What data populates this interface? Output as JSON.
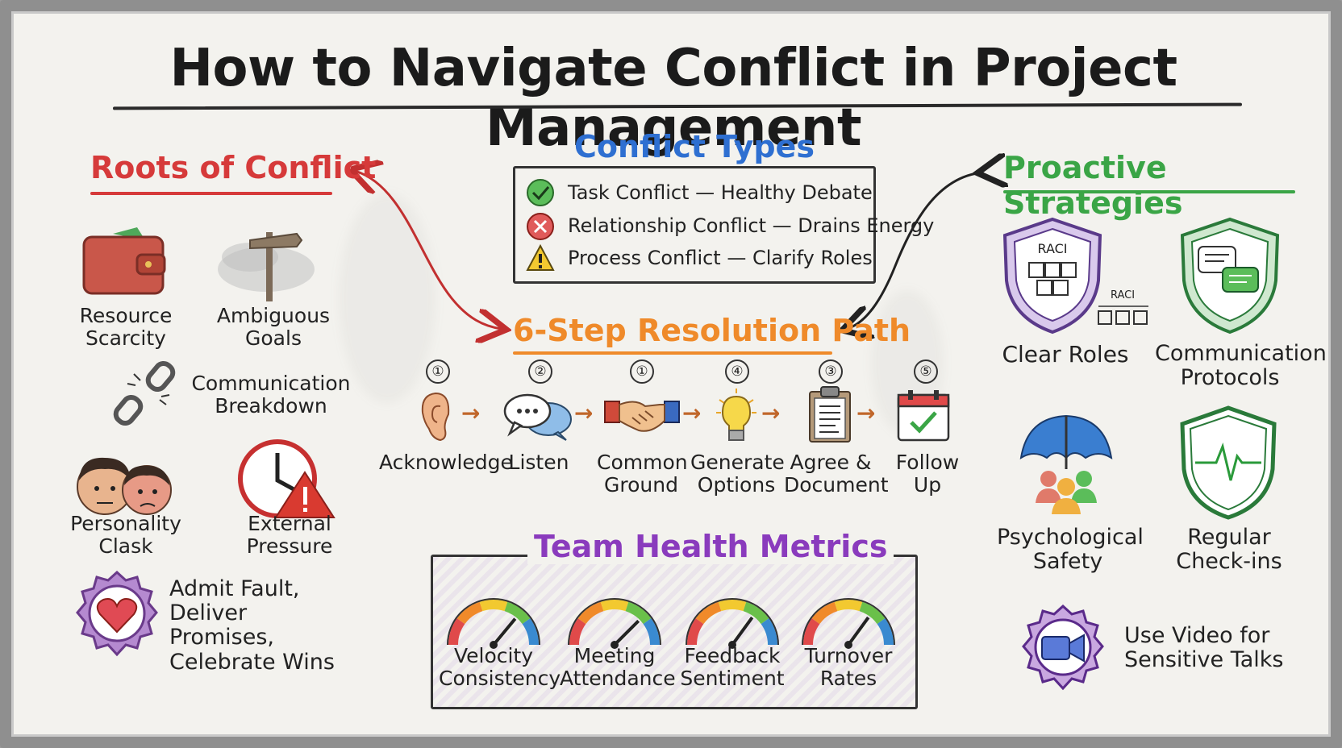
{
  "title": "How to Navigate Conflict in Project Management",
  "colors": {
    "roots": "#d63a3a",
    "conflict_types": "#2e6fd1",
    "resolution": "#ef8a2a",
    "metrics": "#8a3bbd",
    "strategies": "#3aa546"
  },
  "roots": {
    "heading": "Roots of Conflict",
    "resource": [
      "Resource",
      "Scarcity"
    ],
    "ambiguous": [
      "Ambiguous",
      "Goals"
    ],
    "communication": [
      "Communication",
      "Breakdown"
    ],
    "personality": [
      "Personality",
      "Clask"
    ],
    "pressure": [
      "External",
      "Pressure"
    ],
    "trust": [
      "Admit Fault,",
      "Deliver Promises,",
      "Celebrate Wins"
    ]
  },
  "conflict_types": {
    "heading": "Conflict Types",
    "items": [
      {
        "icon": "check-icon",
        "text": "Task Conflict — Healthy Debate"
      },
      {
        "icon": "x-icon",
        "text": "Relationship Conflict — Drains Energy"
      },
      {
        "icon": "warning-icon",
        "text": "Process Conflict — Clarify Roles"
      }
    ]
  },
  "resolution": {
    "heading": "6-Step Resolution Path",
    "steps": [
      {
        "num": "①",
        "label": [
          "Acknowledge",
          ""
        ],
        "icon": "ear-icon"
      },
      {
        "num": "②",
        "label": [
          "Listen",
          ""
        ],
        "icon": "chat-bubbles-icon"
      },
      {
        "num": "①",
        "label": [
          "Common",
          "Ground"
        ],
        "icon": "handshake-icon"
      },
      {
        "num": "④",
        "label": [
          "Generate",
          "Options"
        ],
        "icon": "lightbulb-icon"
      },
      {
        "num": "③",
        "label": [
          "Agree &",
          "Document"
        ],
        "icon": "clipboard-icon"
      },
      {
        "num": "⑤",
        "label": [
          "Follow Up",
          ""
        ],
        "icon": "calendar-check-icon"
      }
    ]
  },
  "metrics": {
    "heading": "Team Health Metrics",
    "gauges": [
      {
        "label": [
          "Velocity",
          "Consistency"
        ],
        "level": 0.72
      },
      {
        "label": [
          "Meeting",
          "Attendance"
        ],
        "level": 0.75
      },
      {
        "label": [
          "Feedback",
          "Sentiment"
        ],
        "level": 0.7
      },
      {
        "label": [
          "Turnover",
          "Rates"
        ],
        "level": 0.7
      }
    ]
  },
  "strategies": {
    "heading": "Proactive Strategies",
    "raci_big": "RACI",
    "raci_small": "RACI",
    "clear_roles": "Clear Roles",
    "comm_protocols": [
      "Communication",
      "Protocols"
    ],
    "psych_safety": [
      "Psychological",
      "Safety"
    ],
    "checkins": [
      "Regular",
      "Check-ins"
    ],
    "video": [
      "Use Video for",
      "Sensitive Talks"
    ]
  }
}
